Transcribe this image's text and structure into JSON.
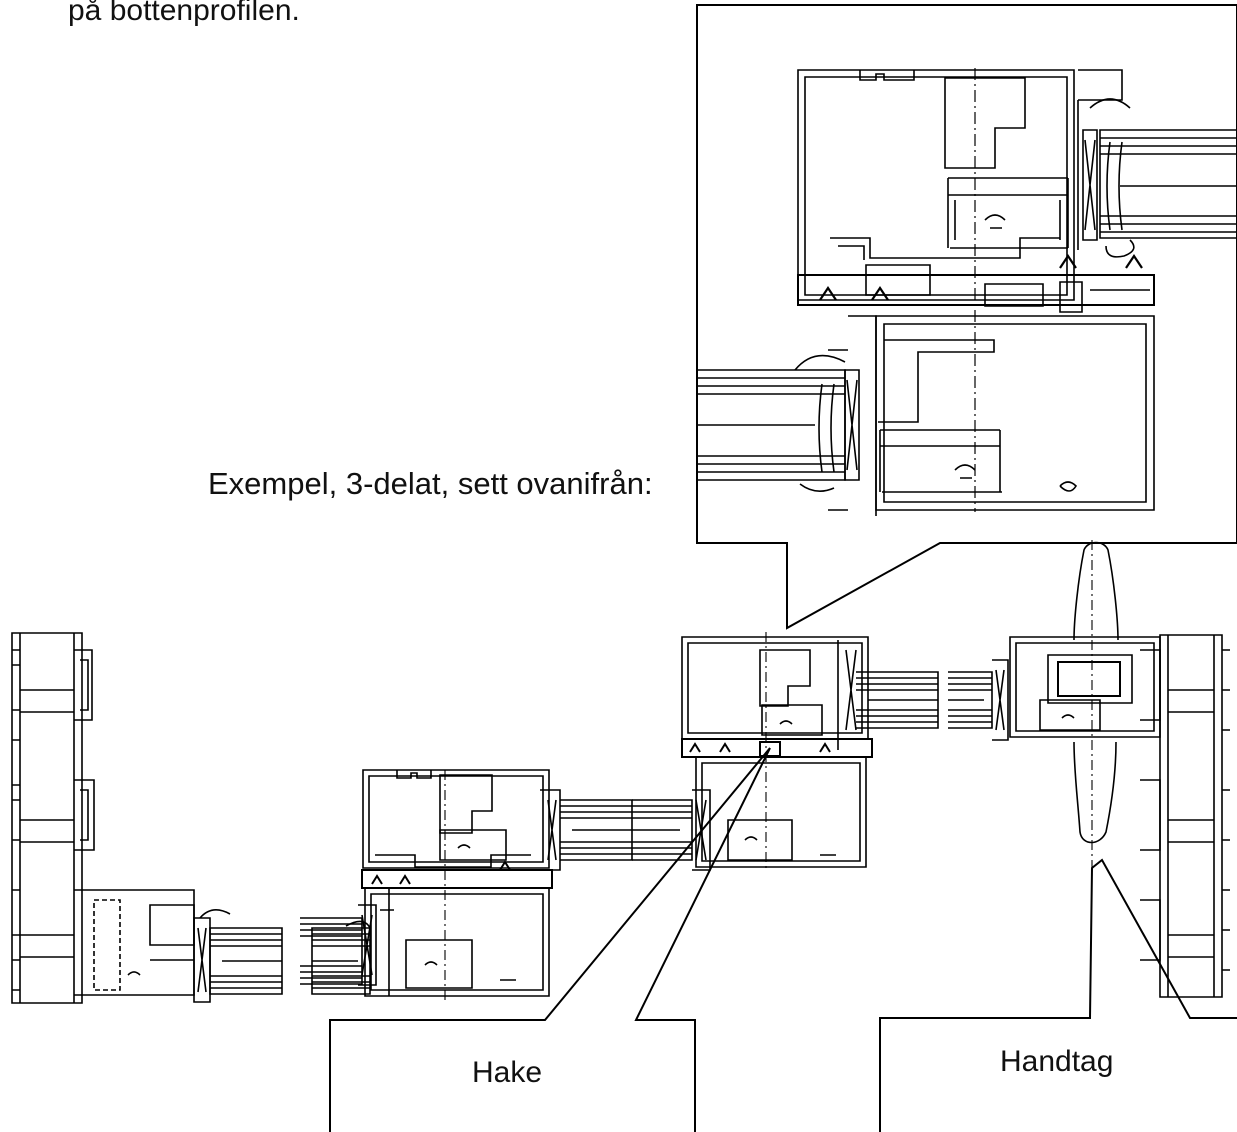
{
  "text": {
    "top_cut": "på bottenprofilen.",
    "example": "Exempel, 3-delat, sett ovanifrån:"
  },
  "callouts": {
    "hake": "Hake",
    "handtag": "Handtag"
  },
  "colors": {
    "line": "#000000",
    "hatch": "#444444",
    "background": "#ffffff"
  }
}
